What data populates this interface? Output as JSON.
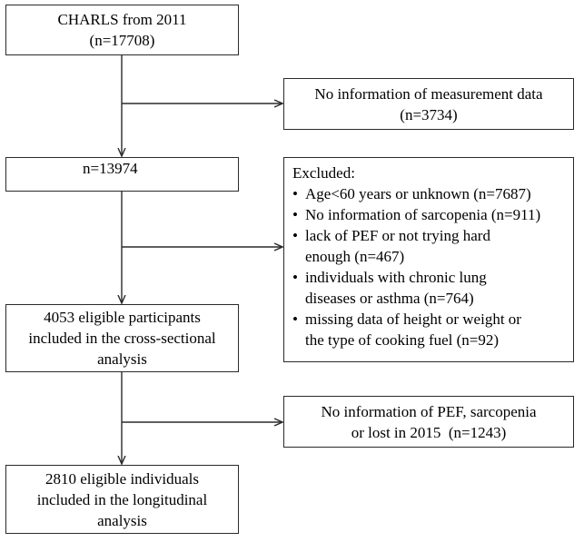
{
  "flow": {
    "start_box": {
      "lines": [
        "CHARLS from 2011",
        "(n=17708)"
      ]
    },
    "after_measure_box": {
      "lines": [
        "n=13974"
      ]
    },
    "cross_sectional_box": {
      "lines": [
        "4053 eligible participants",
        "included in the cross-sectional",
        "analysis"
      ]
    },
    "longitudinal_box": {
      "lines": [
        "2810 eligible individuals",
        "included in the longitudinal",
        "analysis"
      ]
    }
  },
  "exclusions": {
    "measurement_box": {
      "lines": [
        "No information of measurement data",
        "(n=3734)"
      ]
    },
    "excluded_box": {
      "title": "Excluded:",
      "items": [
        {
          "lines": [
            "Age<60 years or unknown (n=7687)"
          ]
        },
        {
          "lines": [
            "No information of sarcopenia (n=911)"
          ]
        },
        {
          "lines": [
            "lack of PEF or not trying hard",
            "enough (n=467)"
          ]
        },
        {
          "lines": [
            "individuals with chronic lung",
            "diseases or asthma (n=764)"
          ]
        },
        {
          "lines": [
            "missing data of height or weight or",
            "the type of cooking fuel (n=92)"
          ]
        }
      ]
    },
    "pef_box": {
      "lines": [
        "No information of PEF, sarcopenia",
        "or lost in 2015  (n=1243)"
      ]
    }
  },
  "colors": {
    "border": "#2a2a2a",
    "text": "#000000",
    "background": "#ffffff"
  }
}
